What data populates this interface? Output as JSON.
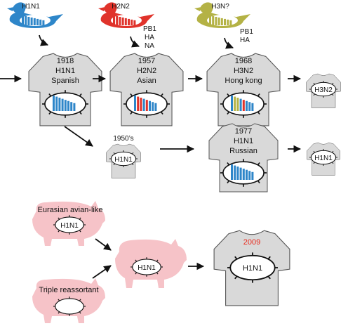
{
  "birds": [
    {
      "label": "H1N1",
      "color": "#2e86c9"
    },
    {
      "label": "H2N2",
      "color": "#e0332b"
    },
    {
      "label": "H3N?",
      "color": "#b4b245"
    }
  ],
  "segments_h2n2": [
    "PB1",
    "HA",
    "NA"
  ],
  "segments_h3": [
    "PB1",
    "HA"
  ],
  "pandemics": [
    {
      "year": "1918",
      "subtype": "H1N1",
      "name": "Spanish"
    },
    {
      "year": "1957",
      "subtype": "H2N2",
      "name": "Asian"
    },
    {
      "year": "1968",
      "subtype": "H3N2",
      "name": "Hong kong"
    },
    {
      "year": "1977",
      "subtype": "H1N1",
      "name": "Russian"
    }
  ],
  "small_shirts": {
    "h3n2": "H3N2",
    "h1n1_right": "H1N1",
    "h1n1_1950": "H1N1"
  },
  "label_1950s": "1950’s",
  "pigs": {
    "eurasian_label": "Eurasian avian-like",
    "eurasian_subtype": "H1N1",
    "triple_label": "Triple reassortant",
    "reassortant_subtype": "H1N1"
  },
  "pandemic_2009": {
    "year": "2009",
    "subtype": "H1N1",
    "year_color": "#e8291c"
  },
  "colors": {
    "shirt": "#d9d9d9",
    "pig": "#f6c3c8",
    "blue": "#2e86c9",
    "red": "#e0332b",
    "olive": "#b4b245"
  }
}
